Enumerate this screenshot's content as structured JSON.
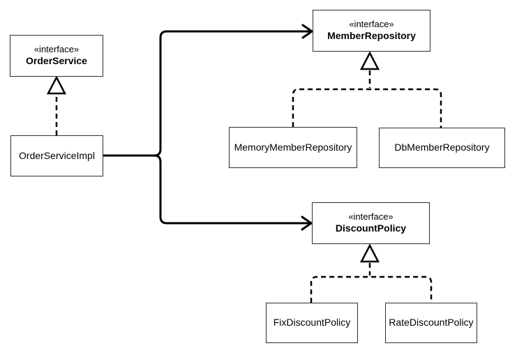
{
  "diagram": {
    "type": "uml-class-diagram",
    "nodes": {
      "orderService": {
        "stereotype": "«interface»",
        "name": "OrderService"
      },
      "orderServiceImpl": {
        "name": "OrderServiceImpl"
      },
      "memberRepository": {
        "stereotype": "«interface»",
        "name": "MemberRepository"
      },
      "memoryMemberRepository": {
        "name": "MemoryMemberRepository"
      },
      "dbMemberRepository": {
        "name": "DbMemberRepository"
      },
      "discountPolicy": {
        "stereotype": "«interface»",
        "name": "DiscountPolicy"
      },
      "fixDiscountPolicy": {
        "name": "FixDiscountPolicy"
      },
      "rateDiscountPolicy": {
        "name": "RateDiscountPolicy"
      }
    },
    "relations": [
      {
        "from": "OrderServiceImpl",
        "to": "OrderService",
        "type": "realization",
        "line": "dashed",
        "arrow": "hollow-triangle"
      },
      {
        "from": "OrderServiceImpl",
        "to": "MemberRepository",
        "type": "dependency",
        "line": "solid",
        "arrow": "open"
      },
      {
        "from": "OrderServiceImpl",
        "to": "DiscountPolicy",
        "type": "dependency",
        "line": "solid",
        "arrow": "open"
      },
      {
        "from": "MemoryMemberRepository",
        "to": "MemberRepository",
        "type": "realization",
        "line": "dashed",
        "arrow": "hollow-triangle"
      },
      {
        "from": "DbMemberRepository",
        "to": "MemberRepository",
        "type": "realization",
        "line": "dashed",
        "arrow": "hollow-triangle"
      },
      {
        "from": "FixDiscountPolicy",
        "to": "DiscountPolicy",
        "type": "realization",
        "line": "dashed",
        "arrow": "hollow-triangle"
      },
      {
        "from": "RateDiscountPolicy",
        "to": "DiscountPolicy",
        "type": "realization",
        "line": "dashed",
        "arrow": "hollow-triangle"
      }
    ],
    "colors": {
      "background": "#ffffff",
      "line": "#000000",
      "box_border": "#2d2d2d",
      "text": "#000000"
    }
  }
}
